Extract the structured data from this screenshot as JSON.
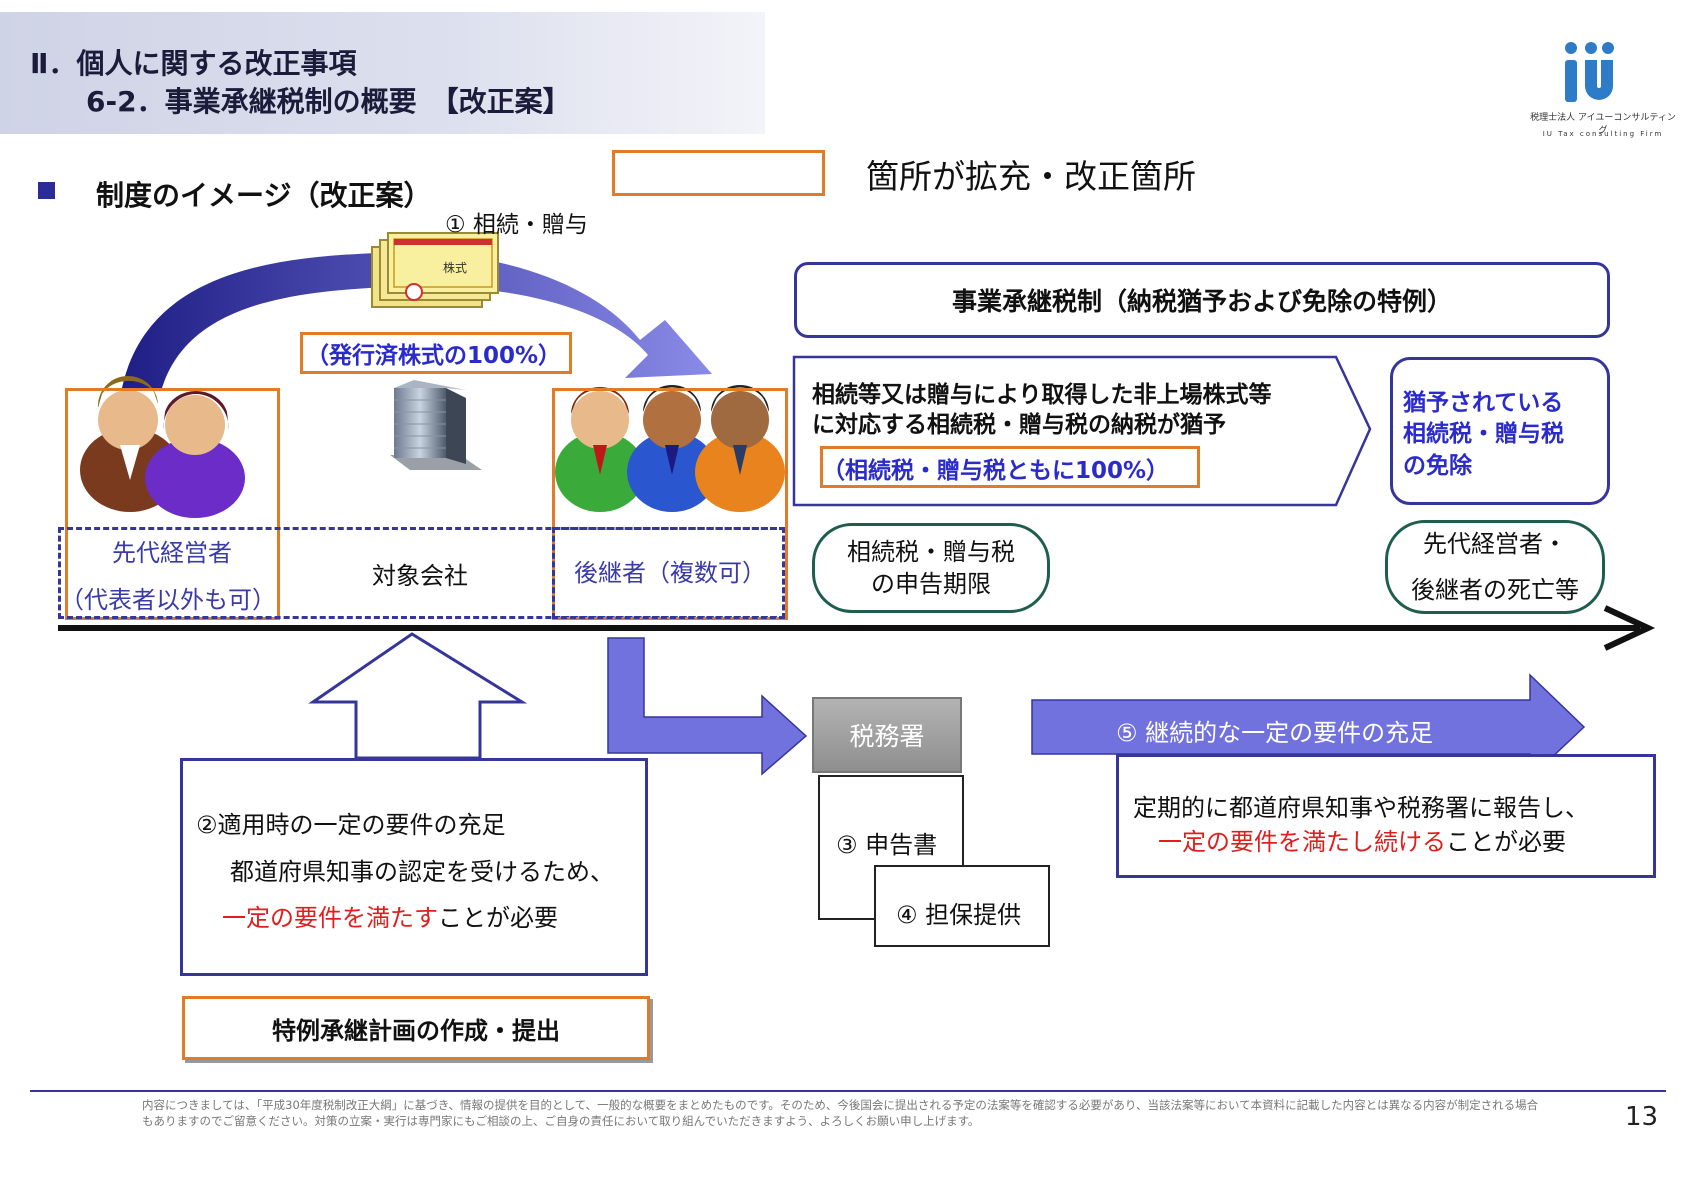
{
  "header": {
    "line1": "Ⅱ．個人に関する改正事項",
    "line2": "6-2．事業承継税制の概要　【改正案】"
  },
  "logo": {
    "mark": "iü",
    "company_jp": "税理士法人 アイユーコンサルティング",
    "company_en": "IU Tax consulting Firm"
  },
  "section": {
    "label": "制度のイメージ（改正案）"
  },
  "legend": {
    "text": "箇所が拡充・改正箇所"
  },
  "gift_label": "① 相続・贈与",
  "stock_card_text": "株式",
  "shares_label": "（発行済株式の100%）",
  "predecessor": {
    "line1": "先代経営者",
    "line2": "（代表者以外も可）"
  },
  "company": {
    "label": "対象会社"
  },
  "successor": {
    "label": "後継者（複数可）"
  },
  "scheme": {
    "title": "事業承継税制（納税猶予および免除の特例）",
    "deferral_line1": "相続等又は贈与により取得した非上場株式等",
    "deferral_line2": "に対応する相続税・贈与税の納税が猶予",
    "deferral_note": "（相続税・贈与税ともに100%）",
    "exemption_line1": "猶予されている",
    "exemption_line2": "相続税・贈与税",
    "exemption_line3": "の免除"
  },
  "timeline": {
    "deadline_line1": "相続税・贈与税",
    "deadline_line2": "の申告期限",
    "death_line1": "先代経営者・",
    "death_line2": "後継者の死亡等"
  },
  "requirements": {
    "title": "②適用時の一定の要件の充足",
    "line2": "都道府県知事の認定を受けるため、",
    "line3_red": "一定の要件を満たす",
    "line3_rest": "ことが必要",
    "plan_label": "特例承継計画の作成・提出"
  },
  "tax_office": {
    "label": "税務署",
    "filing": "③ 申告書",
    "collateral": "④ 担保提供"
  },
  "continuing": {
    "title": "⑤ 継続的な一定の要件の充足",
    "line1": "定期的に都道府県知事や税務署に報告し、",
    "line2_red": "一定の要件を満たし続ける",
    "line2_rest": "ことが必要"
  },
  "footer": {
    "disclaimer": "内容につきましては、「平成30年度税制改正大綱」に基づき、情報の提供を目的として、一般的な概要をまとめたものです。そのため、今後国会に提出される予定の法案等を確認する必要があり、当該法案等において本資料に記載した内容とは異なる内容が制定される場合もありますのでご留意ください。対策の立案・実行は専門家にもご相談の上、ご自身の責任において取り組んでいただきますよう、よろしくお願い申し上げます。",
    "page_number": "13"
  },
  "colors": {
    "accent_blue": "#35359a",
    "arrow_fill": "#7272de",
    "highlight_orange": "#e07b2a",
    "emphasis_red": "#e01e1e",
    "timeline_green": "#1f5e4e"
  }
}
